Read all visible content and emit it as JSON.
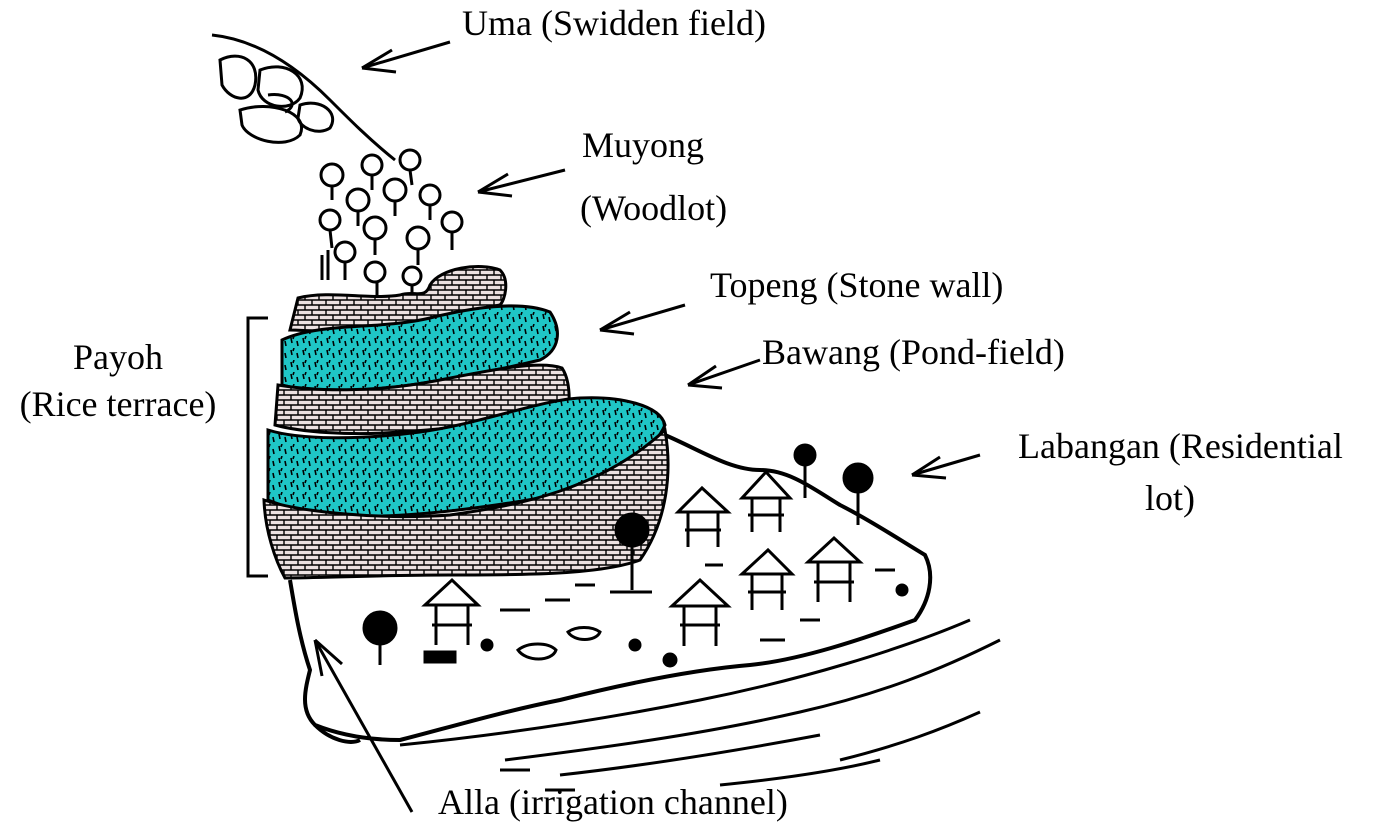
{
  "labels": {
    "uma": "Uma (Swidden field)",
    "muyong_name": "Muyong",
    "muyong_gloss": "(Woodlot)",
    "topeng": "Topeng (Stone wall)",
    "bawang": "Bawang (Pond-field)",
    "labangan_line1": "Labangan (Residential",
    "labangan_line2": "lot)",
    "payoh_name": "Payoh",
    "payoh_gloss": "(Rice terrace)",
    "alla": "Alla (irrigation channel)"
  },
  "colors": {
    "pond_water": "#1fc6c6",
    "ink": "#000000",
    "terrace_fill": "#e8dede",
    "background": "#ffffff"
  }
}
